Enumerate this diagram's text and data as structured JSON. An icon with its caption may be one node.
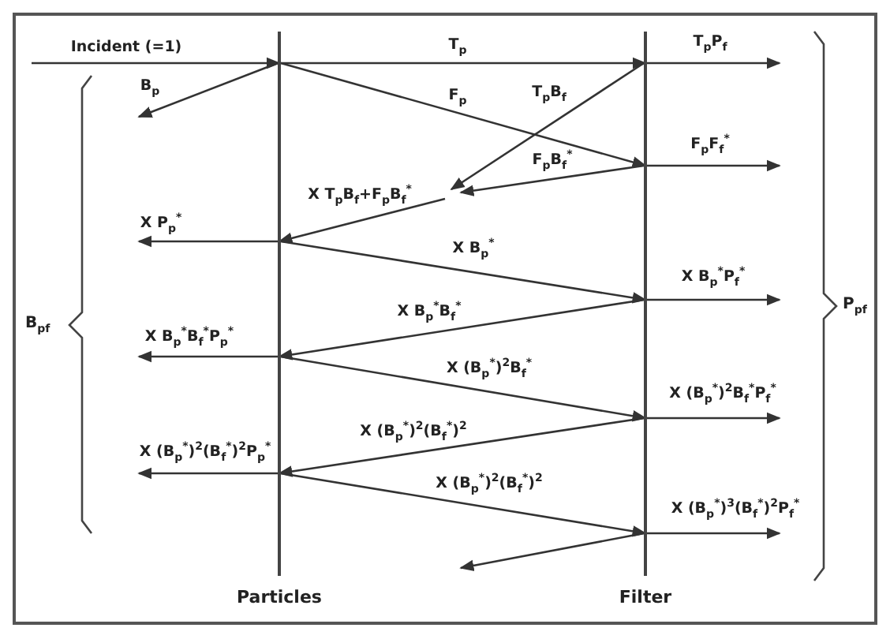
{
  "diagram": {
    "nodes": [
      {
        "text": [],
        "shape": "bar",
        "beside": [
          "Particles"
        ]
      },
      {
        "text": [],
        "shape": "bar",
        "beside": [
          "Filter"
        ]
      }
    ],
    "edges": [
      {
        "from": null,
        "to": 0,
        "arrow": "to",
        "label": "Incident (=1)"
      },
      {
        "from": 0,
        "to": 1,
        "arrow": "to",
        "label": "T$_{p}$"
      },
      {
        "from": 1,
        "to": null,
        "arrow": "to",
        "label": "T$_{p}$P$_{f}$"
      },
      {
        "from": 0,
        "to": null,
        "arrow": "to",
        "label": "B$_{p}$"
      },
      {
        "from": 0,
        "to": 1,
        "arrow": "to",
        "label": "F$_{p}$"
      },
      {
        "from": 1,
        "to": null,
        "arrow": "to",
        "label": "T$_{p}$B$_{f}$"
      },
      {
        "from": 1,
        "to": null,
        "arrow": "to",
        "label": "F$_{p}$F$_{f}$$^{*}$"
      },
      {
        "from": 1,
        "to": null,
        "arrow": "to",
        "label": "F$_{p}$B$_{f}$$^{*}$"
      },
      {
        "from": null,
        "to": 0,
        "arrow": "to",
        "label": "X T$_{p}$B$_{f}$+F$_{p}$B$_{f}$$^{*}$"
      },
      {
        "from": 0,
        "to": null,
        "arrow": "to",
        "label": "X P$_{p}$$^{*}$"
      },
      {
        "from": 0,
        "to": 1,
        "arrow": "to",
        "label": "X B$_{p}$$^{*}$"
      },
      {
        "from": 1,
        "to": null,
        "arrow": "to",
        "label": "X B$_{p}$$^{*}$P$_{f}$$^{*}$"
      },
      {
        "from": 1,
        "to": 0,
        "arrow": "to",
        "label": "X B$_{p}$$^{*}$B$_{f}$$^{*}$"
      },
      {
        "from": 0,
        "to": null,
        "arrow": "to",
        "label": "X B$_{p}$$^{*}$B$_{f}$$^{*}$P$_{p}$$^{*}$"
      },
      {
        "from": 0,
        "to": 1,
        "arrow": "to",
        "label": "X (B$_{p}$$^{*}$)$^{2}$B$_{f}$$^{*}$"
      },
      {
        "from": 1,
        "to": null,
        "arrow": "to",
        "label": "X (B$_{p}$$^{*}$)$^{2}$B$_{f}$$^{*}$P$_{f}$$^{*}$"
      },
      {
        "from": 1,
        "to": 0,
        "arrow": "to",
        "label": "X (B$_{p}$$^{*}$)$^{2}$(B$_{f}$$^{*}$)$^{2}$"
      },
      {
        "from": 0,
        "to": null,
        "arrow": "to",
        "label": "X (B$_{p}$$^{*}$)$^{2}$(B$_{f}$$^{*}$)$^{2}$P$_{p}$$^{*}$"
      },
      {
        "from": 0,
        "to": 1,
        "arrow": "to",
        "label": "X (B$_{p}$$^{*}$)$^{2}$(B$_{f}$$^{*}$)$^{2}$"
      },
      {
        "from": 1,
        "to": null,
        "arrow": "to",
        "label": "X (B$_{p}$$^{*}$)$^{3}$(B$_{f}$$^{*}$)$^{2}$P$_{f}$$^{*}$"
      },
      {
        "from": 1,
        "to": null,
        "arrow": "to"
      }
    ],
    "labels": [
      "B$_{pf}$",
      "P$_{pf}$"
    ]
  }
}
